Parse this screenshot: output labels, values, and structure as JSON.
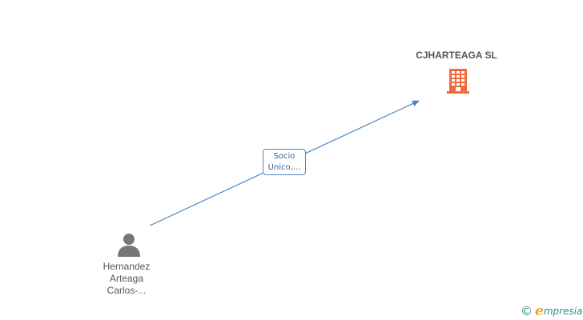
{
  "nodes": {
    "company": {
      "name": "CJHARTEAGA SL",
      "icon": "building-icon",
      "icon_color": "#f26a3b"
    },
    "person": {
      "name_lines": [
        "Hernandez",
        "Arteaga",
        "Carlos-..."
      ],
      "icon": "person-icon",
      "icon_color": "#777777"
    }
  },
  "edge": {
    "label_lines": [
      "Socio",
      "Único,..."
    ],
    "color": "#4a86c5"
  },
  "brand": {
    "copyright_symbol": "©",
    "initial": "e",
    "rest": "mpresia"
  }
}
